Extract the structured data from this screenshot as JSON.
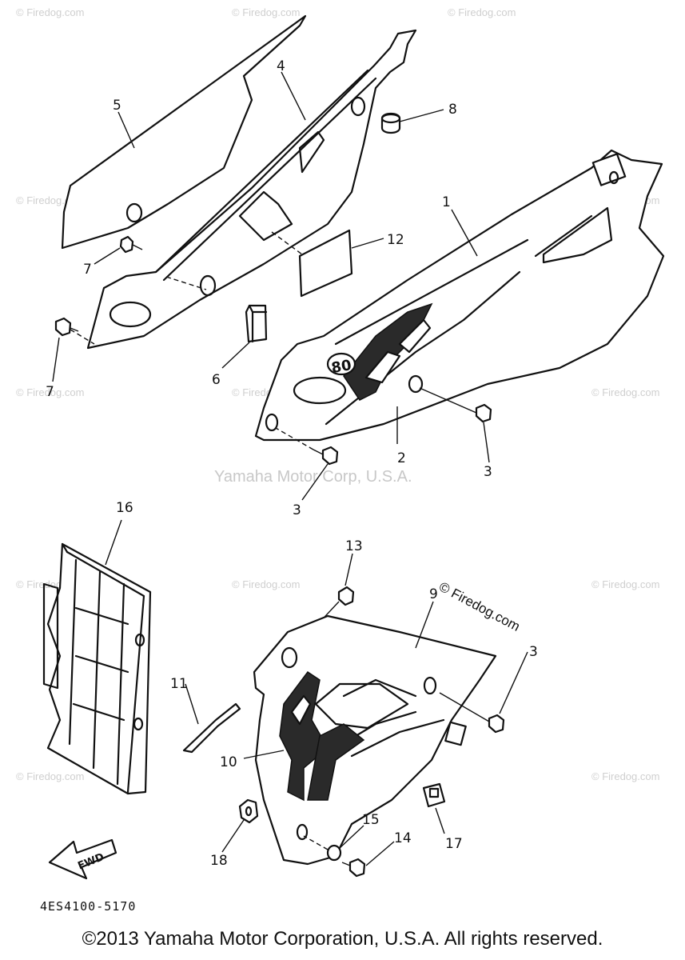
{
  "watermarks": {
    "firedog": "© Firedog.com",
    "yamaha": "Yamaha Motor Corp, U.S.A."
  },
  "labels": {
    "l1": "1",
    "l2": "2",
    "l3a": "3",
    "l3b": "3",
    "l3c": "3",
    "l4": "4",
    "l5": "5",
    "l6": "6",
    "l7a": "7",
    "l7b": "7",
    "l8": "8",
    "l9": "9",
    "l10": "10",
    "l11": "11",
    "l12": "12",
    "l13": "13",
    "l14": "14",
    "l15": "15",
    "l16": "16",
    "l17": "17",
    "l18": "18"
  },
  "decal_text": "80",
  "fwd_text": "FWD",
  "part_number": "4ES4100-5170",
  "footer": "©2013 Yamaha Motor Corporation, U.S.A. All rights reserved."
}
